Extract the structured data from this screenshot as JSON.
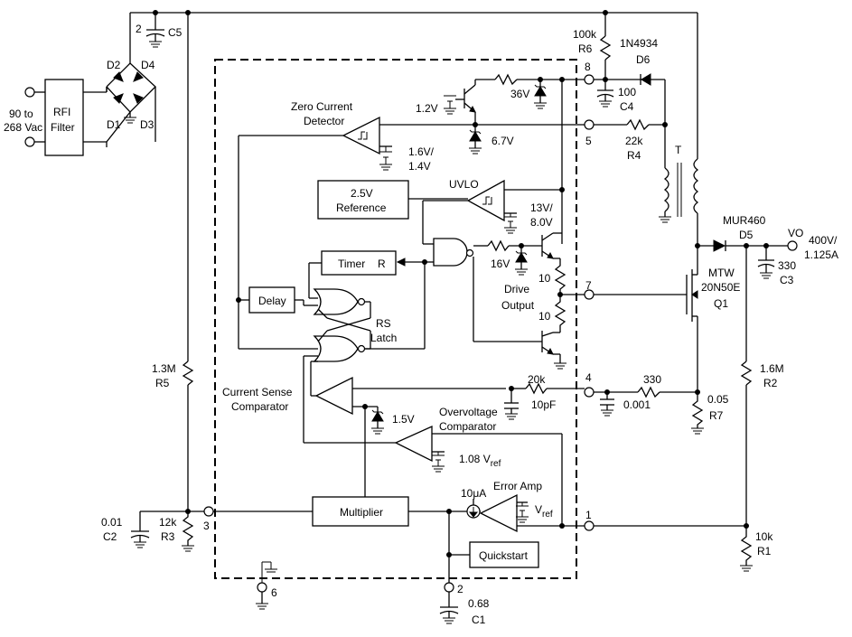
{
  "input": {
    "voltage_line1": "90 to",
    "voltage_line2": "268 Vac",
    "filter_line1": "RFI",
    "filter_line2": "Filter"
  },
  "bridge": {
    "d1": "D1",
    "d2": "D2",
    "d3": "D3",
    "d4": "D4"
  },
  "c5": {
    "value": "2",
    "ref": "C5"
  },
  "r6": {
    "value": "100k",
    "ref": "R6"
  },
  "d6": {
    "part": "1N4934",
    "ref": "D6"
  },
  "c4": {
    "value": "100",
    "ref": "C4"
  },
  "r4": {
    "value": "22k",
    "ref": "R4"
  },
  "transformer": {
    "ref": "T"
  },
  "d5": {
    "part": "MUR460",
    "ref": "D5"
  },
  "output": {
    "label": "VO",
    "voltage": "400V/",
    "current": "1.125A"
  },
  "c3": {
    "value": "330",
    "ref": "C3"
  },
  "q1": {
    "part1": "MTW",
    "part2": "20N50E",
    "ref": "Q1"
  },
  "r2": {
    "value": "1.6M",
    "ref": "R2"
  },
  "r1": {
    "value": "10k",
    "ref": "R1"
  },
  "r7": {
    "value": "0.05",
    "ref": "R7"
  },
  "r5": {
    "value": "1.3M",
    "ref": "R5"
  },
  "r3": {
    "value": "12k",
    "ref": "R3"
  },
  "c2": {
    "value": "0.01",
    "ref": "C2"
  },
  "c1": {
    "value": "0.68",
    "ref": "C1"
  },
  "rc_filter": {
    "r": "330",
    "c": "0.001"
  },
  "ic": {
    "zcd_line1": "Zero Current",
    "zcd_line2": "Detector",
    "zcd_ref1": "1.6V/",
    "zcd_ref2": "1.4V",
    "ref_12v": "1.2V",
    "zener_36v": "36V",
    "zener_67v": "6.7V",
    "reference_line1": "2.5V",
    "reference_line2": "Reference",
    "uvlo": "UVLO",
    "uvlo_ref1": "13V/",
    "uvlo_ref2": "8.0V",
    "timer": "Timer",
    "timer_r": "R",
    "zener_16v": "16V",
    "delay": "Delay",
    "rs_line1": "RS",
    "rs_line2": "Latch",
    "drive_line1": "Drive",
    "drive_line2": "Output",
    "r_drive1": "10",
    "r_drive2": "10",
    "cs_line1": "Current Sense",
    "cs_line2": "Comparator",
    "r_20k": "20k",
    "c_10pf": "10pF",
    "zener_15v": "1.5V",
    "ov_line1": "Overvoltage",
    "ov_line2": "Comparator",
    "ov_ref": "1.08 V",
    "ov_ref_sub": "ref",
    "multiplier": "Multiplier",
    "current_src": "10μA",
    "error_amp": "Error Amp",
    "vref": "V",
    "vref_sub": "ref",
    "quickstart": "Quickstart"
  },
  "pins": {
    "p1": "1",
    "p2": "2",
    "p3": "3",
    "p4": "4",
    "p5": "5",
    "p6": "6",
    "p7": "7",
    "p8": "8"
  }
}
